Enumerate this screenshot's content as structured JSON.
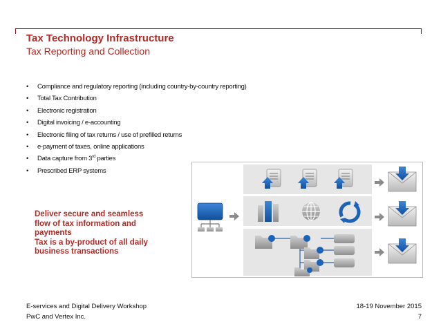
{
  "header": {
    "title": "Tax Technology Infrastructure",
    "subtitle": "Tax Reporting and Collection"
  },
  "bullets": [
    {
      "text": "Compliance and regulatory reporting (including country-by-country reporting)"
    },
    {
      "text": "Total Tax Contribution"
    },
    {
      "text": "Electronic registration"
    },
    {
      "text": "Digital invoicing / e-accounting"
    },
    {
      "text": "Electronic filing of tax returns / use of prefilled returns"
    },
    {
      "text": "e-payment of taxes, online applications"
    },
    {
      "text_before": "Data capture from 3",
      "superscript": "rd",
      "text_after": " parties"
    },
    {
      "text": "Prescribed ERP systems"
    }
  ],
  "bullet_symbol": "•",
  "callout": {
    "lines": [
      "Deliver secure and seamless",
      "flow of tax information and",
      "payments",
      "Tax is a by-product of all daily",
      "business transactions"
    ]
  },
  "footer": {
    "left_line1": "E-services and Digital Delivery Workshop",
    "left_line2": "PwC and Vertex Inc.",
    "date": "18-19 November 2015",
    "page_number": "7"
  },
  "colors": {
    "accent": "#b22a25",
    "rule": "#8c1d1d",
    "icon_blue": "#1c62b8",
    "icon_grey": "#9a9a9a",
    "panel_bg": "#e6e6e6"
  },
  "diagram": {
    "icons": [
      "network-icon",
      "document-upload-icon",
      "server-icon",
      "globe-icon",
      "sync-icon",
      "folder-icon",
      "database-icon",
      "inbox-download-icon",
      "arrow-right-icon"
    ]
  }
}
